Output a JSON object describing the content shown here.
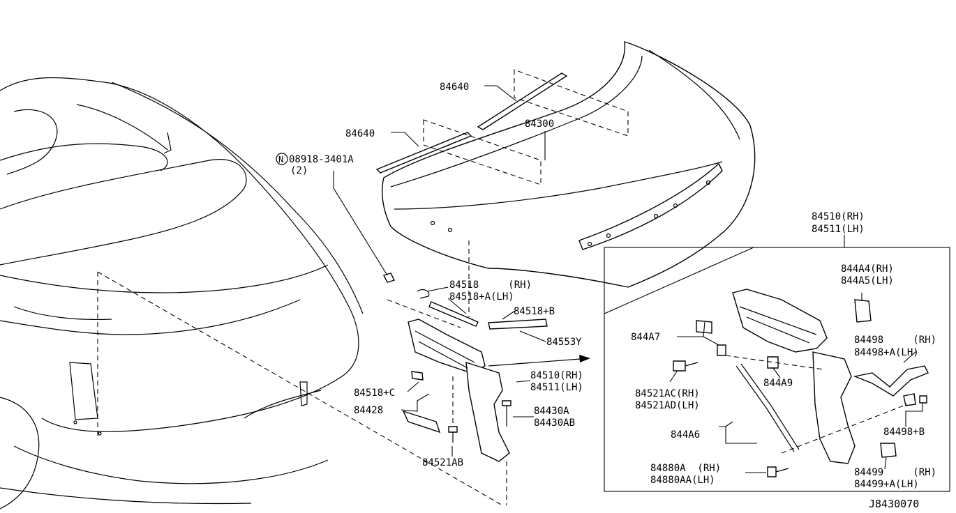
{
  "diagram_code": "J8430070",
  "callouts": {
    "p84640_a": "84640",
    "p84640_b": "84640",
    "p84300": "84300",
    "nut_symbol": "N",
    "nut_part": "08918-3401A",
    "nut_qty": "(2)",
    "p84518_rh": "84518     (RH)",
    "p84518a_lh": "84518+A(LH)",
    "p84518b": "84518+B",
    "p84553y": "84553Y",
    "p84518c": "84518+C",
    "p84428": "84428",
    "p84510_rh": "84510(RH)",
    "p84511_lh": "84511(LH)",
    "p84430a": "84430A",
    "p84430ab": "84430AB",
    "p84521ab": "84521AB"
  },
  "detail_box": {
    "header_rh": "84510(RH)",
    "header_lh": "84511(LH)",
    "p844a4_rh": "844A4(RH)",
    "p844a5_lh": "844A5(LH)",
    "p844a7": "844A7",
    "p84498_rh": "84498     (RH)",
    "p84498a_lh": "84498+A(LH)",
    "p84521ac_rh": "84521AC(RH)",
    "p84521ad_lh": "84521AD(LH)",
    "p844a9": "844A9",
    "p84498b": "84498+B",
    "p844a6": "844A6",
    "p84880a_rh": "84880A  (RH)",
    "p84880aa_lh": "84880AA(LH)",
    "p84499_rh": "84499     (RH)",
    "p84499a_lh": "84499+A(LH)"
  }
}
